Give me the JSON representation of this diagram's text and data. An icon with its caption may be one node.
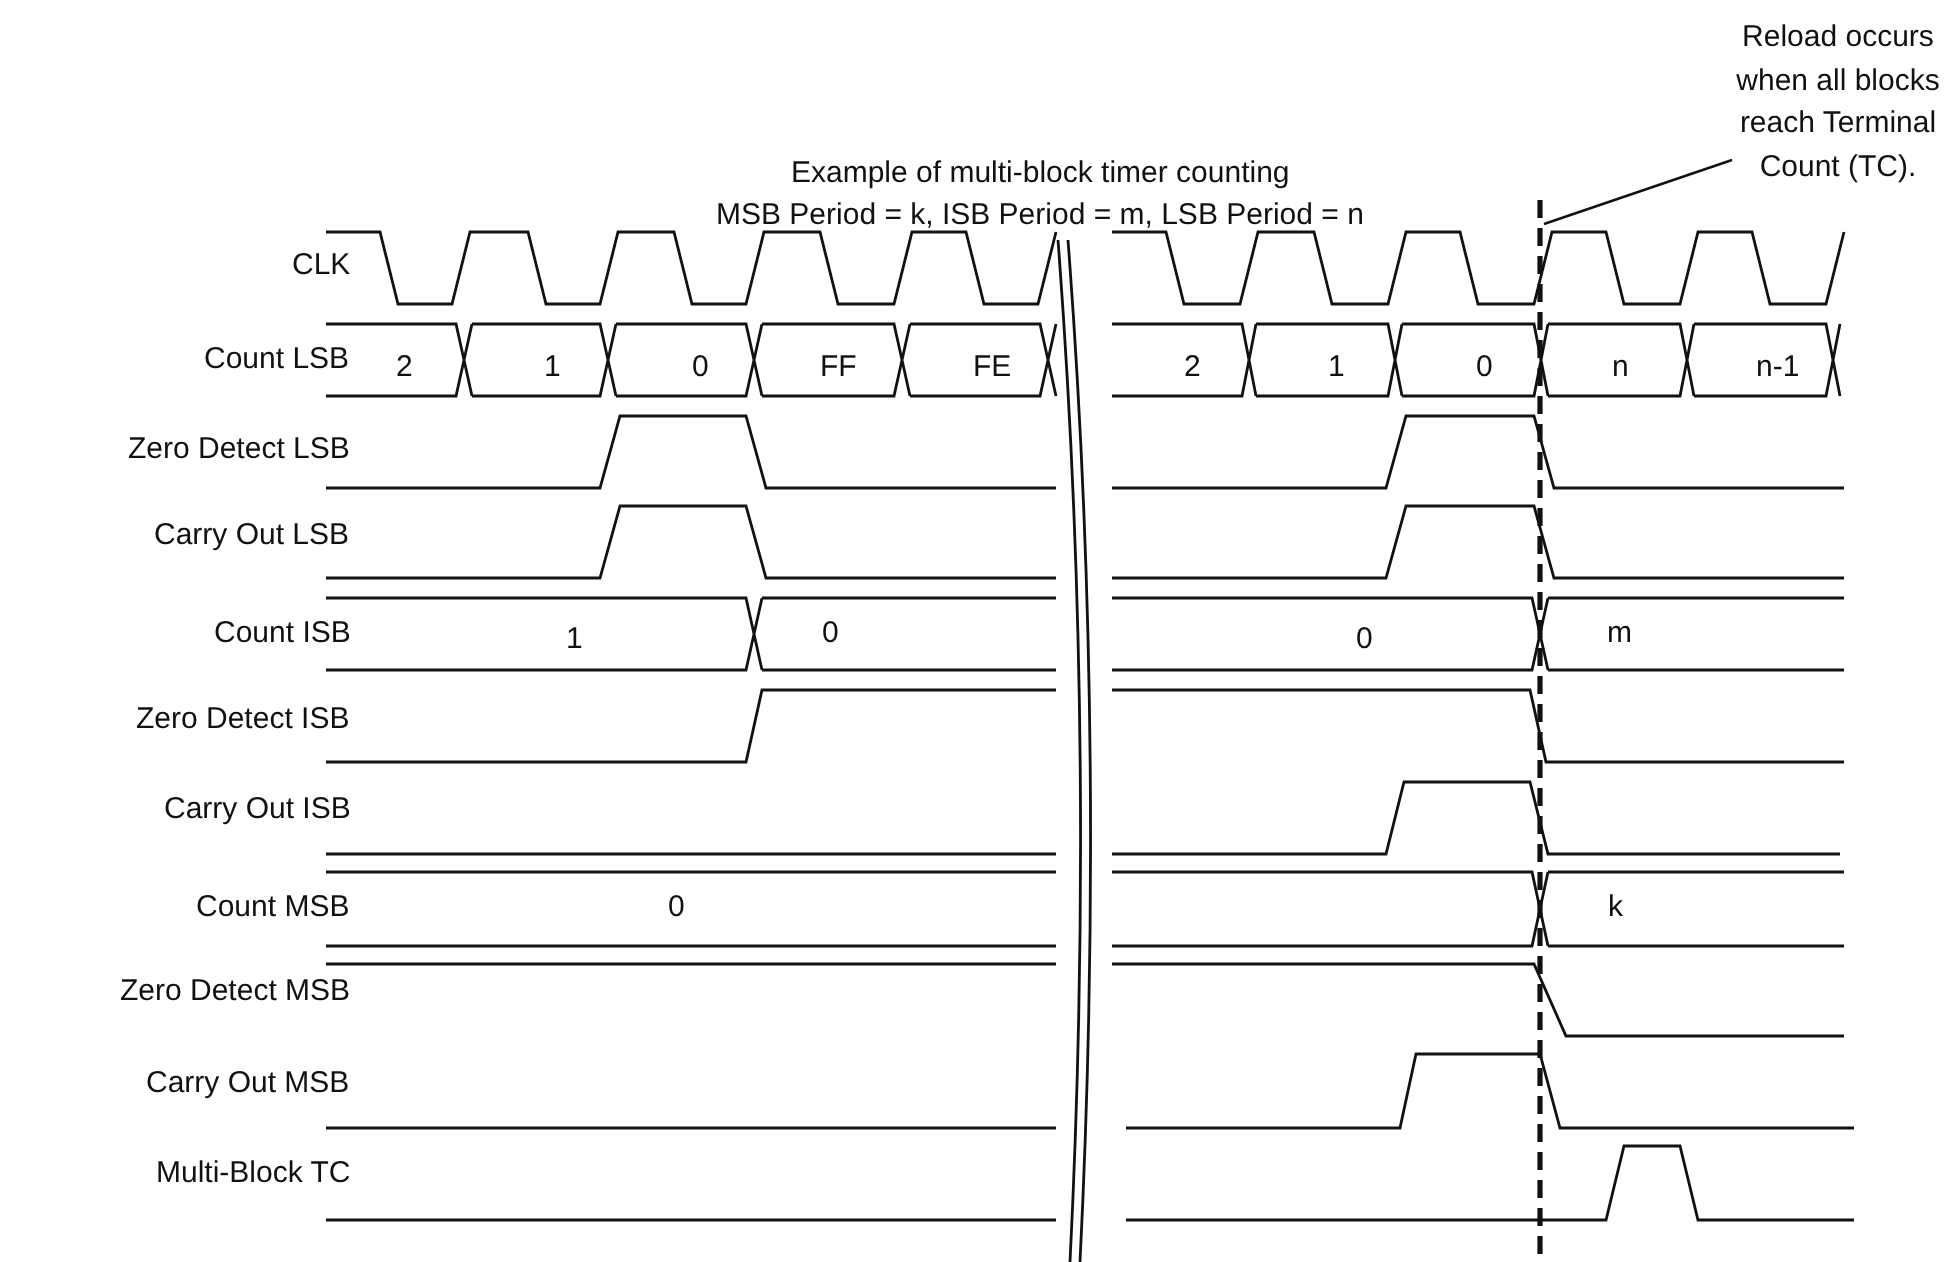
{
  "diagram": {
    "title": "Example of multi-block timer counting",
    "nodes": [
      {
        "text": [
          "Reload occurs when all blocks reach Terminal Count (TC)."
        ]
      },
      {
        "text": [],
        "shape": "line"
      }
    ],
    "edges": [
      {
        "from": 0,
        "to": 1,
        "arrow": "none"
      }
    ],
    "labels": [
      "MSB Period = k, ISB Period = m, LSB Period = n",
      "CLK",
      "Count LSB",
      "2",
      "1",
      "0",
      "FF",
      "FE",
      "2",
      "1",
      "0",
      "n",
      "n-1",
      "Zero Detect LSB",
      "Carry Out LSB",
      "Count ISB",
      "1",
      "0",
      "0",
      "m",
      "Zero Detect ISB",
      "Carry Out ISB",
      "Count MSB",
      "0",
      "k",
      "Zero Detect MSB",
      "Carry Out MSB",
      "Multi-Block TC"
    ]
  }
}
